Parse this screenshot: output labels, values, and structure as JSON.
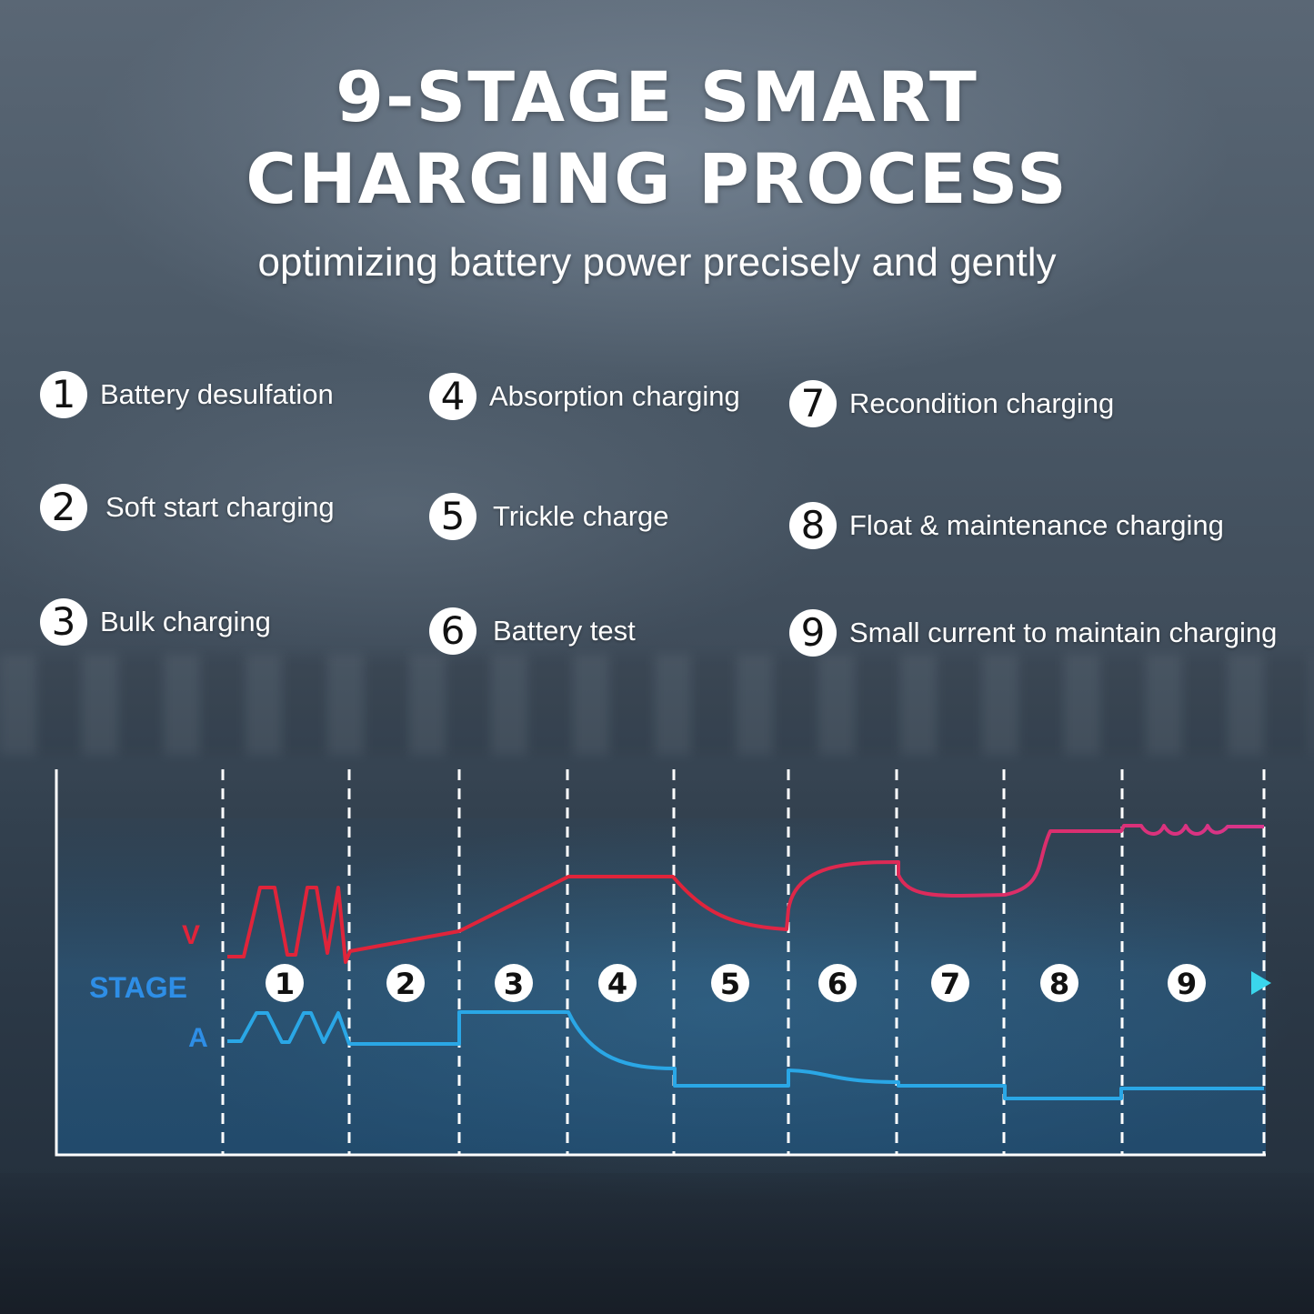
{
  "header": {
    "title_line1": "9-STAGE SMART",
    "title_line2": "CHARGING PROCESS",
    "subtitle": "optimizing battery power precisely and gently"
  },
  "legend": [
    {
      "num": "1",
      "label": "Battery desulfation"
    },
    {
      "num": "2",
      "label": "Soft start charging"
    },
    {
      "num": "3",
      "label": "Bulk charging"
    },
    {
      "num": "4",
      "label": "Absorption charging"
    },
    {
      "num": "5",
      "label": "Trickle charge"
    },
    {
      "num": "6",
      "label": "Battery test"
    },
    {
      "num": "7",
      "label": "Recondition charging"
    },
    {
      "num": "8",
      "label": "Float & maintenance charging"
    },
    {
      "num": "9",
      "label": "Small current to maintain charging"
    }
  ],
  "diagram": {
    "axis_labels": {
      "voltage": "V",
      "stage": "STAGE",
      "current": "A"
    },
    "stages": [
      "1",
      "2",
      "3",
      "4",
      "5",
      "6",
      "7",
      "8",
      "9"
    ],
    "colors": {
      "voltage_early": "#e0243a",
      "voltage_late": "#d8358c",
      "current": "#2aa7e6",
      "stage_axis_start": "#2e8ee6",
      "stage_axis_end": "#3ad6ec",
      "stage_label": "#2e8ee6",
      "frame": "#ffffff"
    }
  }
}
